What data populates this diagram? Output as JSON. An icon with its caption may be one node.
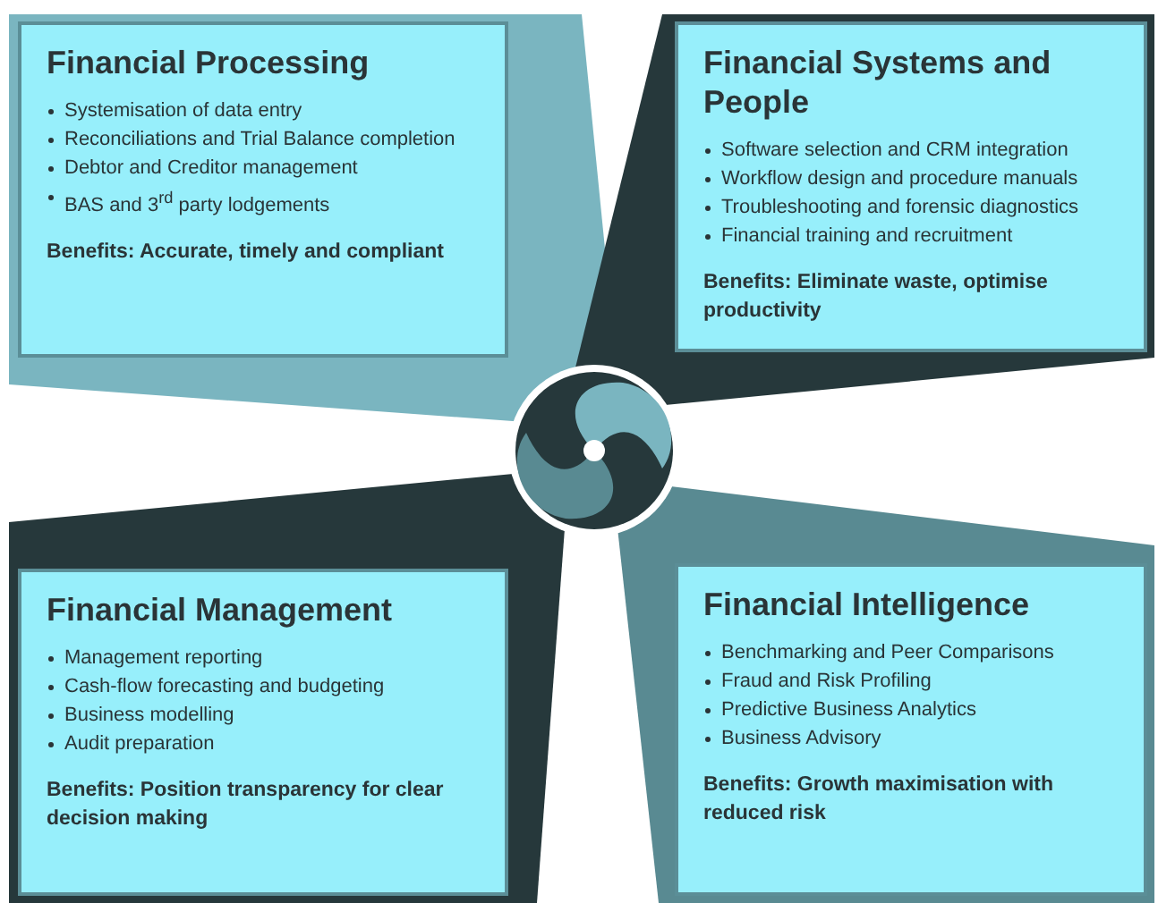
{
  "diagram": {
    "nodes": [
      {
        "text": [
          "Financial Processing",
          "Systemisation of data entry",
          "Reconciliations and Trial Balance completion",
          "Debtor and Creditor management",
          "BAS and 3$^{rd}$ party lodgements",
          "Benefits: Accurate, timely and compliant"
        ]
      },
      {
        "text": [
          "Financial Systems and People",
          "Software selection and CRM integration",
          "Workflow design and procedure manuals",
          "Troubleshooting and forensic diagnostics",
          "Financial training and recruitment",
          "Benefits: Eliminate waste, optimise productivity"
        ]
      },
      {
        "text": [
          "Financial Management",
          "Management reporting",
          "Cash-flow forecasting and budgeting",
          "Business modelling",
          "Audit preparation",
          "Benefits: Position transparency for clear decision making"
        ]
      },
      {
        "text": [
          "Financial Intelligence",
          "Benchmarking and Peer Comparisons",
          "Fraud and Risk Profiling",
          "Predictive Business Analytics",
          "Business Advisory",
          "Benefits: Growth maximisation with reduced risk"
        ]
      }
    ]
  }
}
